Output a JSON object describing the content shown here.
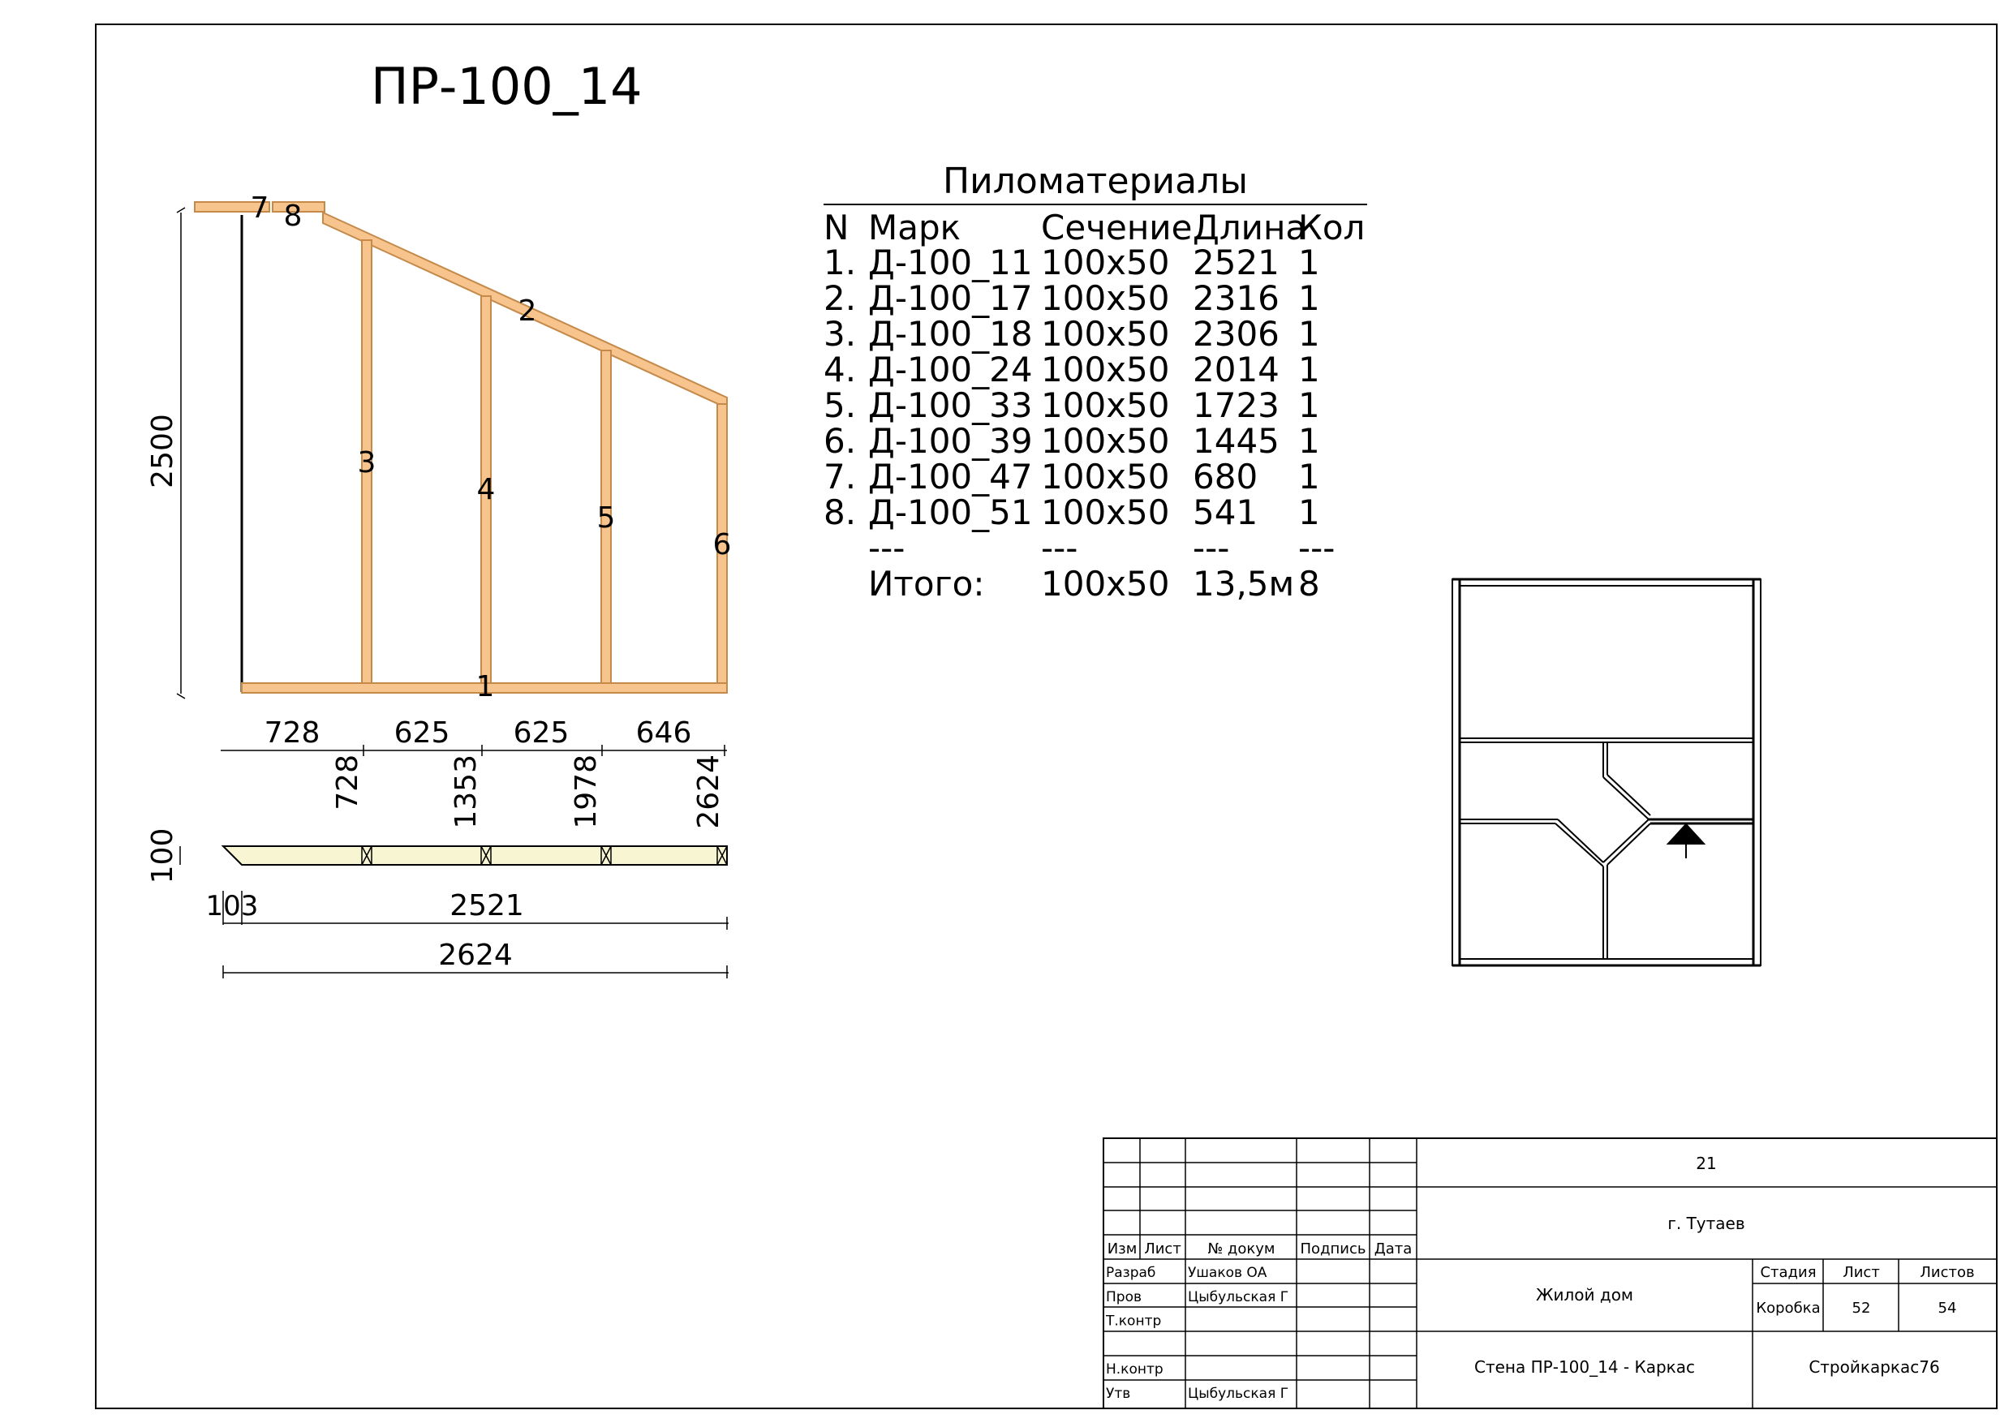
{
  "drawing": {
    "title": "ПР-100_14",
    "pieces": [
      "1",
      "2",
      "3",
      "4",
      "5",
      "6",
      "7",
      "8"
    ],
    "height_dim": "2500",
    "spacing_dims": [
      "728",
      "625",
      "625",
      "646"
    ],
    "position_dims": [
      "728",
      "1353",
      "1978",
      "2624"
    ],
    "thickness_dim": "100",
    "bottom_dims": {
      "offset": "103",
      "length": "2521",
      "total": "2624"
    }
  },
  "lumber": {
    "title": "Пиломатериалы",
    "headers": [
      "N",
      "Марк",
      "Сечение",
      "Длина",
      "Кол"
    ],
    "rows": [
      [
        "1.",
        "Д-100_11",
        "100x50",
        "2521",
        "1"
      ],
      [
        "2.",
        "Д-100_17",
        "100x50",
        "2316",
        "1"
      ],
      [
        "3.",
        "Д-100_18",
        "100x50",
        "2306",
        "1"
      ],
      [
        "4.",
        "Д-100_24",
        "100x50",
        "2014",
        "1"
      ],
      [
        "5.",
        "Д-100_33",
        "100x50",
        "1723",
        "1"
      ],
      [
        "6.",
        "Д-100_39",
        "100x50",
        "1445",
        "1"
      ],
      [
        "7.",
        "Д-100_47",
        "100x50",
        "680",
        "1"
      ],
      [
        "8.",
        "Д-100_51",
        "100x50",
        "541",
        "1"
      ]
    ],
    "separator": [
      "---",
      "---",
      "---",
      "---"
    ],
    "total": {
      "label": "Итого:",
      "section": "100x50",
      "length": "13,5м",
      "count": "8"
    }
  },
  "stamp": {
    "code": "21",
    "city": "г. Тутаев",
    "project": "Жилой дом",
    "sheet_title": "Стена ПР-100_14 - Каркас",
    "company": "Стройкаркас76",
    "headers": {
      "izm": "Изм",
      "list": "Лист",
      "doc": "№ докум",
      "sign": "Подпись",
      "date": "Дата"
    },
    "roles": [
      {
        "role": "Разраб",
        "name": "Ушаков ОА"
      },
      {
        "role": "Пров",
        "name": "Цыбульская Г"
      },
      {
        "role": "Т.контр",
        "name": ""
      },
      {
        "role": "",
        "name": ""
      },
      {
        "role": "Н.контр",
        "name": ""
      },
      {
        "role": "Утв",
        "name": "Цыбульская Г"
      }
    ],
    "stage_header": "Стадия",
    "sheet_header": "Лист",
    "sheets_header": "Листов",
    "stage": "Коробка",
    "sheet": "52",
    "sheets": "54"
  },
  "colors": {
    "timber": "#f6c48c",
    "timber_edge": "#c58a4a",
    "plank": "#f8f5d2"
  }
}
